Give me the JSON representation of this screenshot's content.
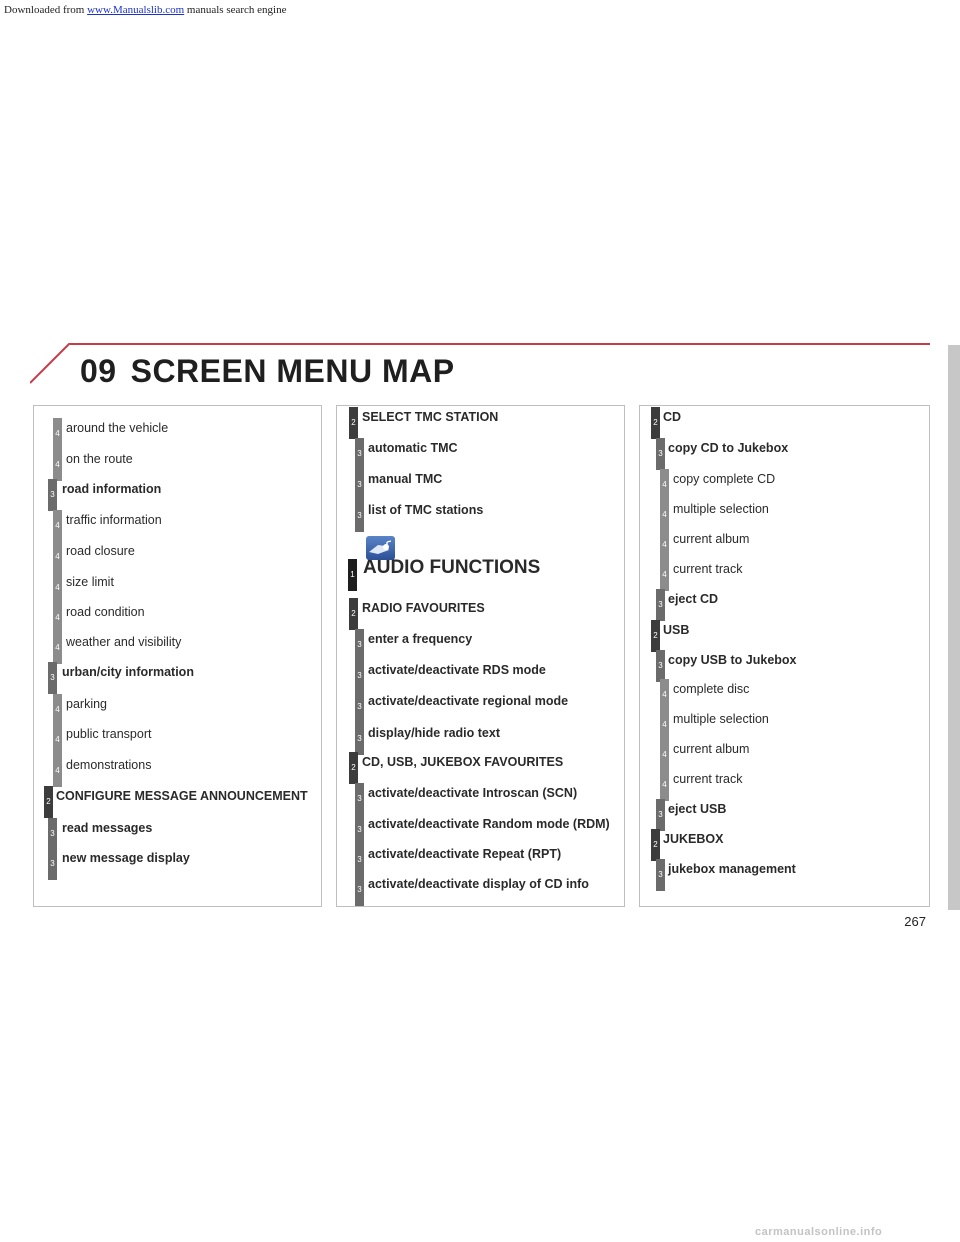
{
  "download_note": {
    "prefix": "Downloaded from ",
    "link": "www.Manualslib.com",
    "suffix": "  manuals search engine"
  },
  "header": {
    "number": "09",
    "title": "SCREEN MENU MAP"
  },
  "page_number": "267",
  "footer": "carmanualsonline.info",
  "audio_icon": "music-note-icon",
  "columns": [
    [
      {
        "level": "4",
        "label": "around the vehicle",
        "bold": false
      },
      {
        "level": "4",
        "label": "on the route",
        "bold": false
      },
      {
        "level": "3",
        "label": "road information",
        "bold": true
      },
      {
        "level": "4",
        "label": "traffic information",
        "bold": false
      },
      {
        "level": "4",
        "label": "road closure",
        "bold": false
      },
      {
        "level": "4",
        "label": "size limit",
        "bold": false
      },
      {
        "level": "4",
        "label": "road condition",
        "bold": false
      },
      {
        "level": "4",
        "label": "weather and visibility",
        "bold": false
      },
      {
        "level": "3",
        "label": "urban/city information",
        "bold": true
      },
      {
        "level": "4",
        "label": "parking",
        "bold": false
      },
      {
        "level": "4",
        "label": "public transport",
        "bold": false
      },
      {
        "level": "4",
        "label": "demonstrations",
        "bold": false
      },
      {
        "level": "2",
        "label": "CONFIGURE MESSAGE ANNOUNCEMENT",
        "bold": true
      },
      {
        "level": "3",
        "label": "read messages",
        "bold": true
      },
      {
        "level": "3",
        "label": "new message display",
        "bold": true
      }
    ],
    [
      {
        "level": "2",
        "label": "SELECT TMC STATION",
        "bold": true
      },
      {
        "level": "3",
        "label": "automatic TMC",
        "bold": true
      },
      {
        "level": "3",
        "label": "manual TMC",
        "bold": true
      },
      {
        "level": "3",
        "label": "list of TMC stations",
        "bold": true
      },
      {
        "level": "1",
        "label": "AUDIO FUNCTIONS",
        "bold": true
      },
      {
        "level": "2",
        "label": "RADIO FAVOURITES",
        "bold": true
      },
      {
        "level": "3",
        "label": "enter a frequency",
        "bold": true
      },
      {
        "level": "3",
        "label": "activate/deactivate RDS mode",
        "bold": true
      },
      {
        "level": "3",
        "label": "activate/deactivate regional mode",
        "bold": true
      },
      {
        "level": "3",
        "label": "display/hide radio text",
        "bold": true
      },
      {
        "level": "2",
        "label": "CD, USB, JUKEBOX FAVOURITES",
        "bold": true
      },
      {
        "level": "3",
        "label": "activate/deactivate Introscan (SCN)",
        "bold": true
      },
      {
        "level": "3",
        "label": "activate/deactivate Random mode (RDM)",
        "bold": true
      },
      {
        "level": "3",
        "label": "activate/deactivate Repeat (RPT)",
        "bold": true
      },
      {
        "level": "3",
        "label": "activate/deactivate display of CD info",
        "bold": true
      }
    ],
    [
      {
        "level": "2",
        "label": "CD",
        "bold": true
      },
      {
        "level": "3",
        "label": "copy CD to Jukebox",
        "bold": true
      },
      {
        "level": "4",
        "label": "copy complete CD",
        "bold": false
      },
      {
        "level": "4",
        "label": "multiple selection",
        "bold": false
      },
      {
        "level": "4",
        "label": "current album",
        "bold": false
      },
      {
        "level": "4",
        "label": "current track",
        "bold": false
      },
      {
        "level": "3",
        "label": "eject CD",
        "bold": true
      },
      {
        "level": "2",
        "label": "USB",
        "bold": true
      },
      {
        "level": "3",
        "label": "copy USB to Jukebox",
        "bold": true
      },
      {
        "level": "4",
        "label": "complete disc",
        "bold": false
      },
      {
        "level": "4",
        "label": "multiple selection",
        "bold": false
      },
      {
        "level": "4",
        "label": "current album",
        "bold": false
      },
      {
        "level": "4",
        "label": "current track",
        "bold": false
      },
      {
        "level": "3",
        "label": "eject USB",
        "bold": true
      },
      {
        "level": "2",
        "label": "JUKEBOX",
        "bold": true
      },
      {
        "level": "3",
        "label": "jukebox management",
        "bold": true
      }
    ]
  ]
}
